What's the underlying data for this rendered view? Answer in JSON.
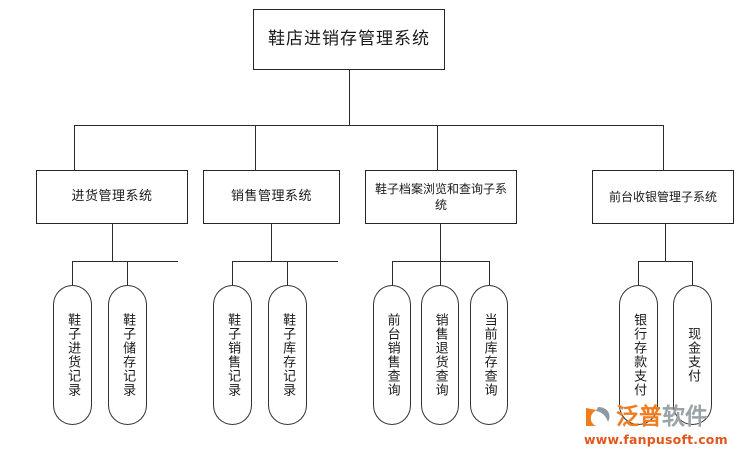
{
  "diagram": {
    "type": "tree-hierarchy",
    "title": "鞋店进销存管理系统",
    "root": {
      "label": "鞋店进销存管理系统",
      "shape": "rectangle"
    },
    "level2": [
      {
        "label": "进货管理系统",
        "shape": "rectangle"
      },
      {
        "label": "销售管理系统",
        "shape": "rectangle"
      },
      {
        "label": "鞋子档案浏览和查询子系统",
        "shape": "rectangle"
      },
      {
        "label": "前台收银管理子系统",
        "shape": "rectangle"
      }
    ],
    "leaves": {
      "group1": [
        {
          "label": "鞋子进货记录",
          "shape": "ellipse"
        },
        {
          "label": "鞋子储存记录",
          "shape": "ellipse"
        }
      ],
      "group2": [
        {
          "label": "鞋子销售记录",
          "shape": "ellipse"
        },
        {
          "label": "鞋子库存记录",
          "shape": "ellipse"
        }
      ],
      "group3": [
        {
          "label": "前台销售查询",
          "shape": "ellipse"
        },
        {
          "label": "销售退货查询",
          "shape": "ellipse"
        },
        {
          "label": "当前库存查询",
          "shape": "ellipse"
        }
      ],
      "group4": [
        {
          "label": "银行存款支付",
          "shape": "ellipse"
        },
        {
          "label": "现金支付",
          "shape": "ellipse"
        }
      ]
    }
  },
  "watermark": {
    "brand_part1": "泛普",
    "brand_part2": "软件",
    "url": "www.fanpusoft.com",
    "brand_color": "#f07c1e",
    "text_color": "#9aa3a8",
    "url_color": "#e2571e"
  },
  "colors": {
    "background": "#ffffff",
    "node_fill": "#ffffff",
    "node_border": "#262626",
    "line": "#2b2b2b",
    "text": "#1a1a1a"
  }
}
